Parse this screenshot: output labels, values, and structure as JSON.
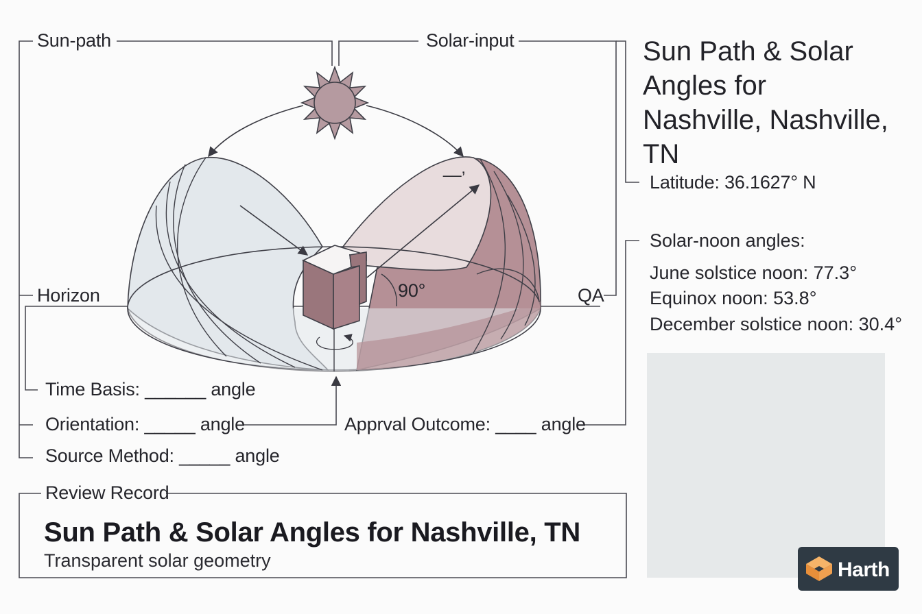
{
  "header": {
    "title": "Sun Path & Solar Angles for Nashville, Nashville, TN"
  },
  "labels": {
    "sun_path": "Sun-path",
    "solar_input": "Solar-input",
    "horizon": "Horizon",
    "qa": "QA",
    "ninety": "90°",
    "blank_mark": "__,",
    "latitude": "Latitude: 36.1627° N",
    "time_basis": "Time Basis: ______ angle",
    "orientation": "Orientation: _____ angle",
    "source_method": "Source Method: _____ angle",
    "approval_outcome": "Apprval Outcome: ____ angle"
  },
  "solar_noon": {
    "heading": "Solar-noon angles:",
    "june": "June solstice noon: 77.3°",
    "equinox": "Equinox noon: 53.8°",
    "december": "December solstice noon: 30.4°"
  },
  "review": {
    "legend": "Review Record",
    "title": "Sun Path & Solar Angles for Nashville, TN",
    "subtitle": "Transparent solar geometry"
  },
  "badge": {
    "text": "Harth"
  },
  "colors": {
    "sun": "#b59aa0",
    "box_dark": "#9a767c",
    "dome_left": "#e3e8ec",
    "dome_right": "#e8dcdd",
    "dome_back_right": "#b59096",
    "panel": "#e6e9ea",
    "badge_bg": "#2f3a44",
    "logo_orange": "#f0a050"
  }
}
